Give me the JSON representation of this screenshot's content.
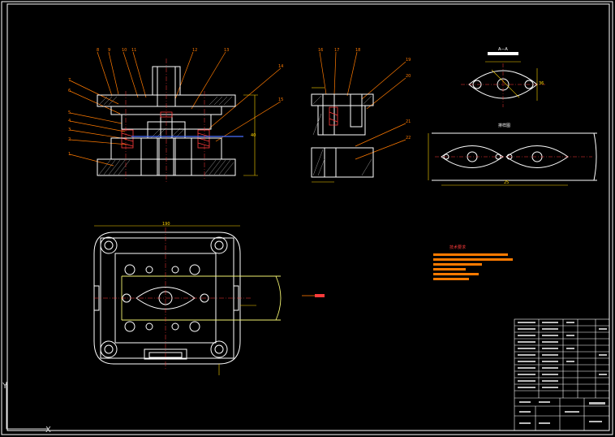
{
  "colors": {
    "background": "#000000",
    "outline": "#ffffff",
    "leader": "#ff7a00",
    "dimension": "#ffd400",
    "centerline": "#ff3b3b",
    "hatch": "#9a9a9a",
    "spring": "#ff3b3b",
    "strip": "#f0f070",
    "blue_line": "#4a70ff"
  },
  "ucs": {
    "y_label": "Y",
    "x_label": "X"
  },
  "annotations": {
    "arrow_label": "—→",
    "height_dim": "40",
    "width_dim": "25",
    "part_dim": "36"
  },
  "title_block": {
    "rows": 12,
    "stamp_labels": [
      "",
      ""
    ]
  }
}
